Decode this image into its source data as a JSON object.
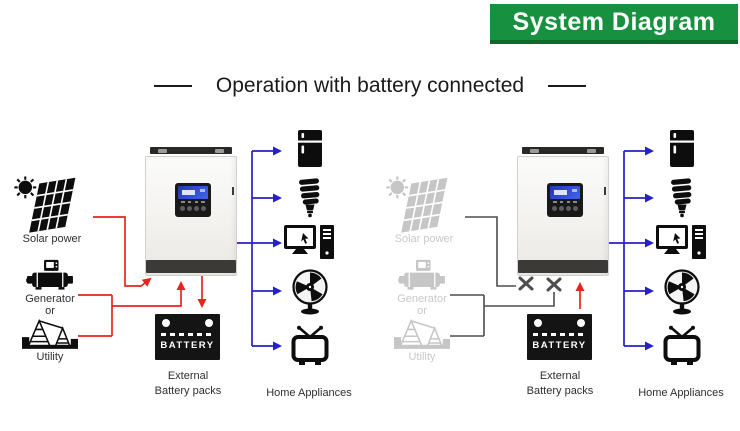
{
  "banner": {
    "title": "System Diagram"
  },
  "heading": {
    "title": "Operation with battery connected"
  },
  "colors": {
    "banner_bg": "#17913f",
    "banner_edge": "#0b6b2c",
    "wire_dc": "#e8241d",
    "wire_ac": "#2521c6",
    "wire_off": "#4d4d4d",
    "icon": "#0d0d0d",
    "icon_off": "#c6c6c6",
    "label": "#2f2f2f",
    "label_off": "#c9c9c9"
  },
  "panels": [
    {
      "sources": {
        "solar": "Solar power",
        "generator": "Generator",
        "or": "or",
        "utility": "Utility",
        "connected": true
      },
      "battery": {
        "label": "BATTERY",
        "caption": [
          "External",
          "Battery packs"
        ],
        "flow": "inverter-to-battery"
      },
      "appliances": {
        "caption": "Home Appliances",
        "icons": [
          "refrigerator",
          "energy-saving-lamp",
          "desktop-computer",
          "electric-fan",
          "television"
        ]
      }
    },
    {
      "sources": {
        "solar": "Solar power",
        "generator": "Generator",
        "or": "or",
        "utility": "Utility",
        "connected": false
      },
      "battery": {
        "label": "BATTERY",
        "caption": [
          "External",
          "Battery packs"
        ],
        "flow": "battery-to-inverter"
      },
      "appliances": {
        "caption": "Home Appliances",
        "icons": [
          "refrigerator",
          "energy-saving-lamp",
          "desktop-computer",
          "electric-fan",
          "television"
        ]
      }
    }
  ]
}
